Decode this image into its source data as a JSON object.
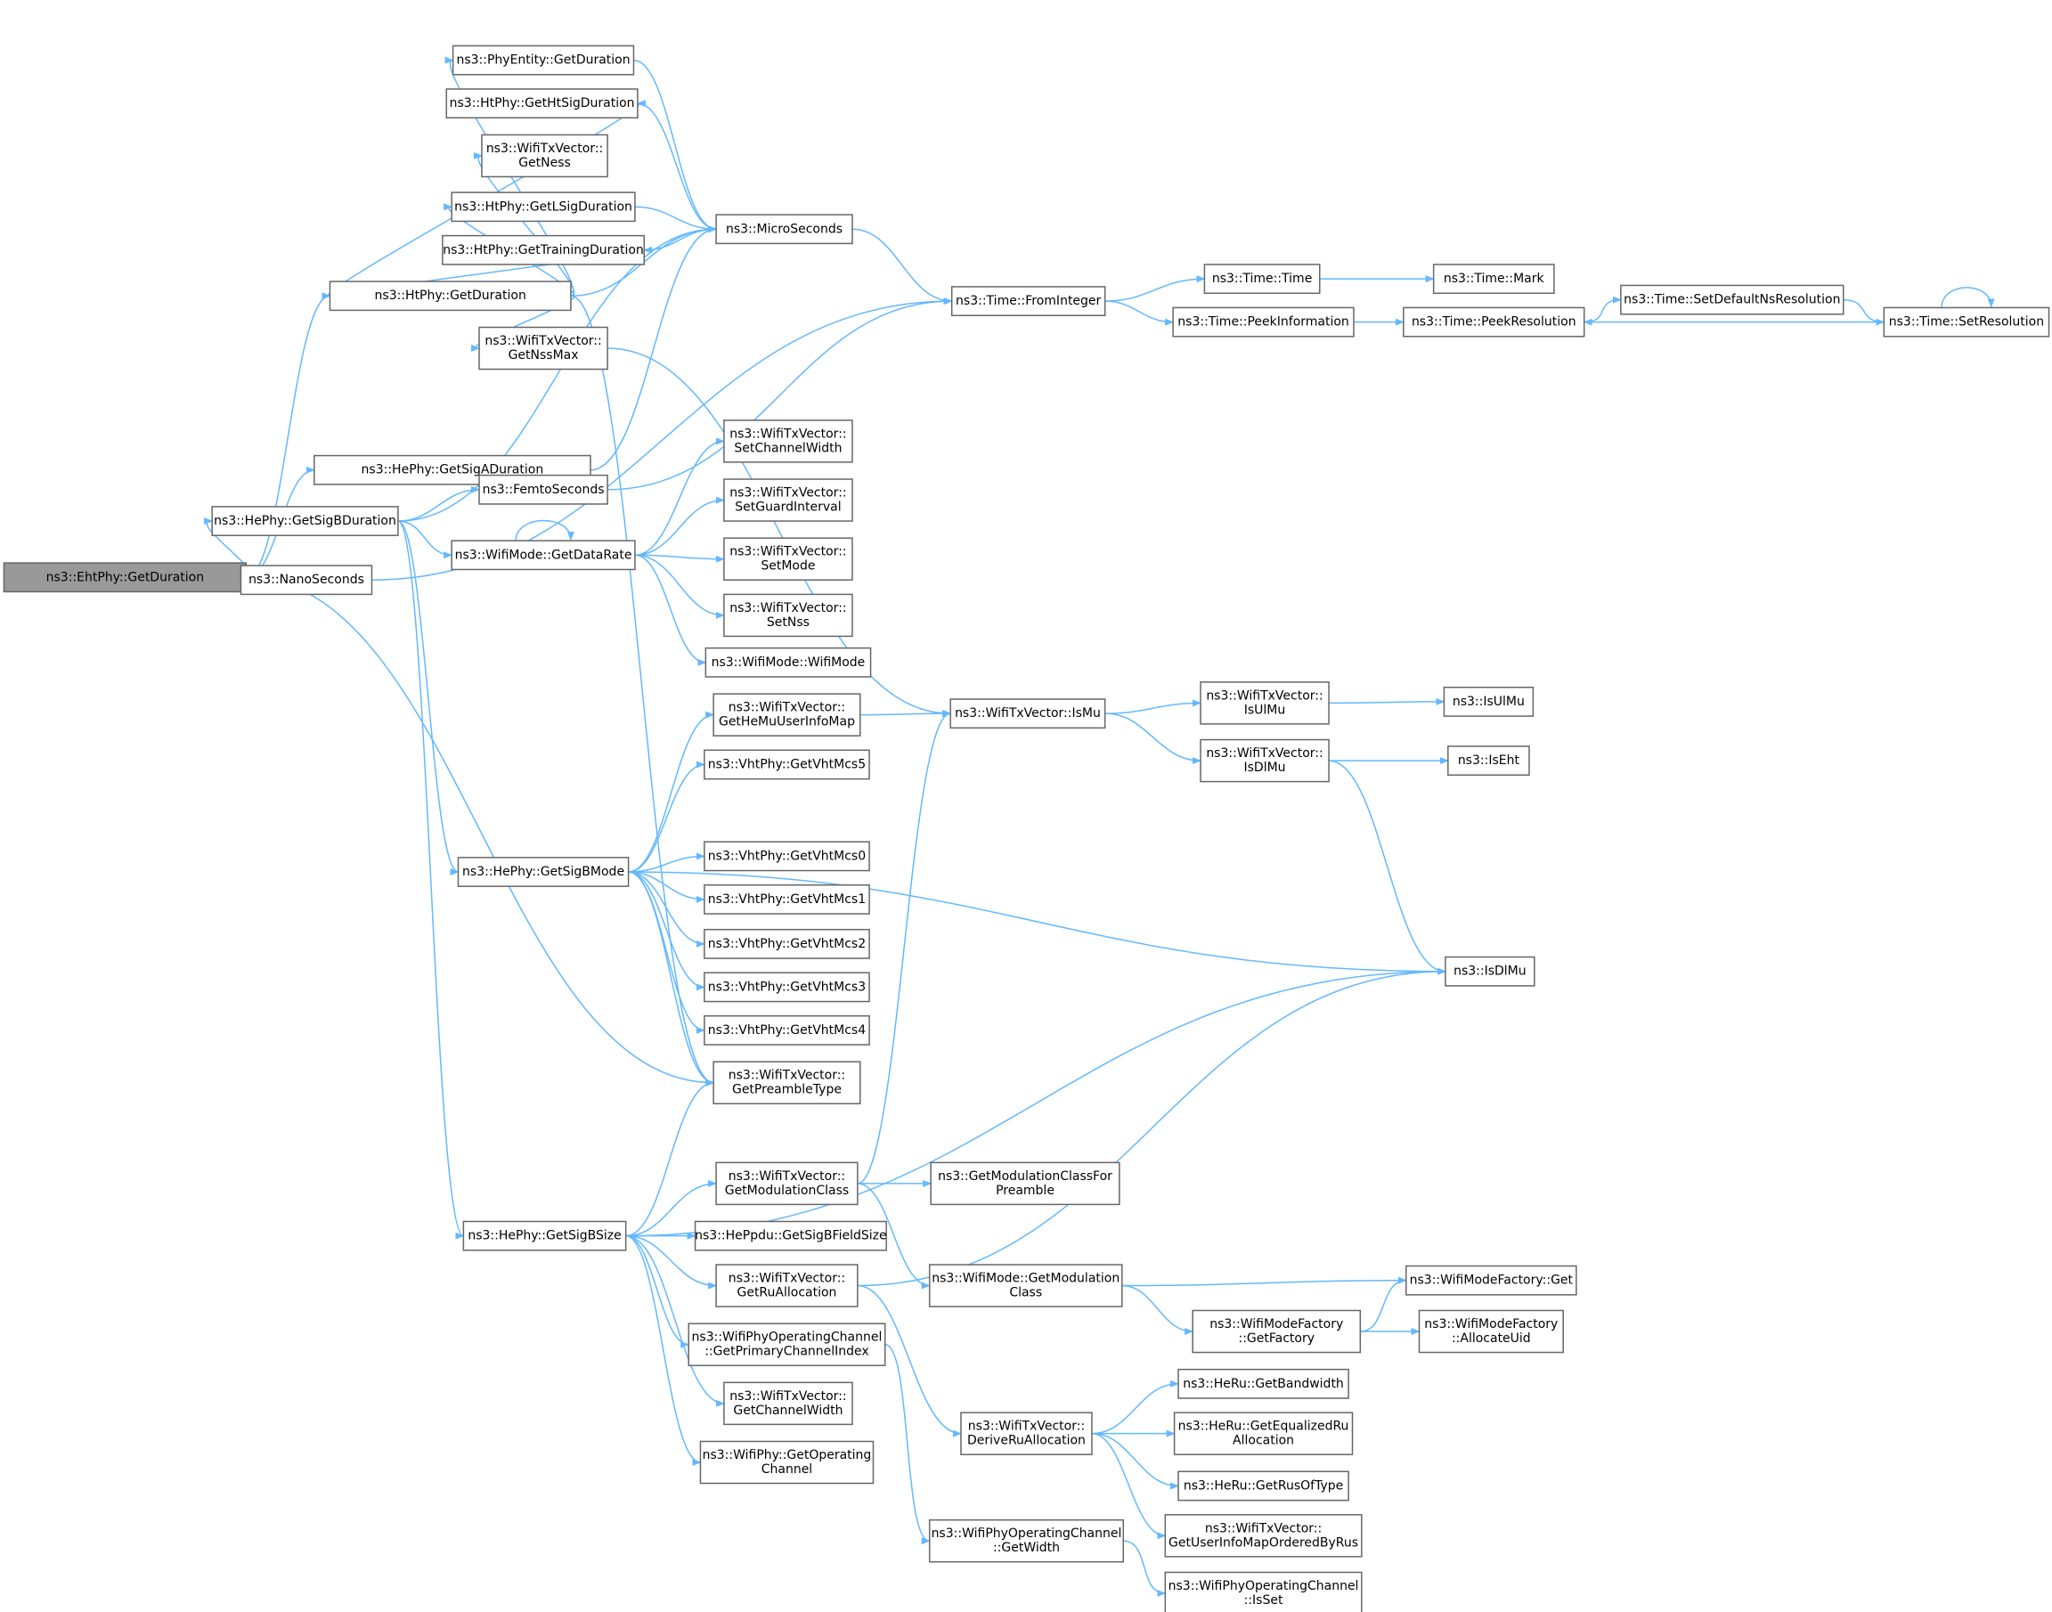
{
  "graph": {
    "root": "EhtGetDuration",
    "nodes": [
      {
        "id": "EhtGetDuration",
        "lines": [
          "ns3::EhtPhy::GetDuration"
        ]
      },
      {
        "id": "HtGetDuration",
        "lines": [
          "ns3::HtPhy::GetDuration"
        ]
      },
      {
        "id": "HeGetSigADuration",
        "lines": [
          "ns3::HePhy::GetSigADuration"
        ]
      },
      {
        "id": "NanoSeconds",
        "lines": [
          "ns3::NanoSeconds"
        ]
      },
      {
        "id": "HeGetSigBDuration",
        "lines": [
          "ns3::HePhy::GetSigBDuration"
        ]
      },
      {
        "id": "PhyEntityGetDuration",
        "lines": [
          "ns3::PhyEntity::GetDuration"
        ]
      },
      {
        "id": "HtGetHtSigDuration",
        "lines": [
          "ns3::HtPhy::GetHtSigDuration"
        ]
      },
      {
        "id": "TxGetNess",
        "lines": [
          "ns3::WifiTxVector::",
          "GetNess"
        ]
      },
      {
        "id": "HtGetLSigDuration",
        "lines": [
          "ns3::HtPhy::GetLSigDuration"
        ]
      },
      {
        "id": "HtGetTrainingDuration",
        "lines": [
          "ns3::HtPhy::GetTrainingDuration"
        ]
      },
      {
        "id": "TxGetNssMax",
        "lines": [
          "ns3::WifiTxVector::",
          "GetNssMax"
        ]
      },
      {
        "id": "MicroSeconds",
        "lines": [
          "ns3::MicroSeconds"
        ]
      },
      {
        "id": "TimeFromInteger",
        "lines": [
          "ns3::Time::FromInteger"
        ]
      },
      {
        "id": "TimeTime",
        "lines": [
          "ns3::Time::Time"
        ]
      },
      {
        "id": "TimeMark",
        "lines": [
          "ns3::Time::Mark"
        ]
      },
      {
        "id": "TimePeekInformation",
        "lines": [
          "ns3::Time::PeekInformation"
        ]
      },
      {
        "id": "TimePeekResolution",
        "lines": [
          "ns3::Time::PeekResolution"
        ]
      },
      {
        "id": "TimeSetDefaultNsResolution",
        "lines": [
          "ns3::Time::SetDefaultNsResolution"
        ]
      },
      {
        "id": "TimeSetResolution",
        "lines": [
          "ns3::Time::SetResolution"
        ]
      },
      {
        "id": "FemtoSeconds",
        "lines": [
          "ns3::FemtoSeconds"
        ]
      },
      {
        "id": "ModeGetDataRate",
        "lines": [
          "ns3::WifiMode::GetDataRate"
        ]
      },
      {
        "id": "TxSetChannelWidth",
        "lines": [
          "ns3::WifiTxVector::",
          "SetChannelWidth"
        ]
      },
      {
        "id": "TxSetGuardInterval",
        "lines": [
          "ns3::WifiTxVector::",
          "SetGuardInterval"
        ]
      },
      {
        "id": "TxSetMode",
        "lines": [
          "ns3::WifiTxVector::",
          "SetMode"
        ]
      },
      {
        "id": "TxSetNss",
        "lines": [
          "ns3::WifiTxVector::",
          "SetNss"
        ]
      },
      {
        "id": "ModeWifiMode",
        "lines": [
          "ns3::WifiMode::WifiMode"
        ]
      },
      {
        "id": "TxGetHeMuUserInfoMap",
        "lines": [
          "ns3::WifiTxVector::",
          "GetHeMuUserInfoMap"
        ]
      },
      {
        "id": "TxIsMu",
        "lines": [
          "ns3::WifiTxVector::IsMu"
        ]
      },
      {
        "id": "TxIsUlMu",
        "lines": [
          "ns3::WifiTxVector::",
          "IsUlMu"
        ]
      },
      {
        "id": "IsUlMu",
        "lines": [
          "ns3::IsUlMu"
        ]
      },
      {
        "id": "TxIsDlMu",
        "lines": [
          "ns3::WifiTxVector::",
          "IsDlMu"
        ]
      },
      {
        "id": "IsEht",
        "lines": [
          "ns3::IsEht"
        ]
      },
      {
        "id": "VhtMcs5",
        "lines": [
          "ns3::VhtPhy::GetVhtMcs5"
        ]
      },
      {
        "id": "HeGetSigBMode",
        "lines": [
          "ns3::HePhy::GetSigBMode"
        ]
      },
      {
        "id": "VhtMcs0",
        "lines": [
          "ns3::VhtPhy::GetVhtMcs0"
        ]
      },
      {
        "id": "VhtMcs1",
        "lines": [
          "ns3::VhtPhy::GetVhtMcs1"
        ]
      },
      {
        "id": "VhtMcs2",
        "lines": [
          "ns3::VhtPhy::GetVhtMcs2"
        ]
      },
      {
        "id": "VhtMcs3",
        "lines": [
          "ns3::VhtPhy::GetVhtMcs3"
        ]
      },
      {
        "id": "VhtMcs4",
        "lines": [
          "ns3::VhtPhy::GetVhtMcs4"
        ]
      },
      {
        "id": "IsDlMu",
        "lines": [
          "ns3::IsDlMu"
        ]
      },
      {
        "id": "TxGetPreambleType",
        "lines": [
          "ns3::WifiTxVector::",
          "GetPreambleType"
        ]
      },
      {
        "id": "TxGetModulationClass",
        "lines": [
          "ns3::WifiTxVector::",
          "GetModulationClass"
        ]
      },
      {
        "id": "GetModulationClassForPreamble",
        "lines": [
          "ns3::GetModulationClassFor",
          "Preamble"
        ]
      },
      {
        "id": "HeGetSigBSize",
        "lines": [
          "ns3::HePhy::GetSigBSize"
        ]
      },
      {
        "id": "HePpduGetSigBFieldSize",
        "lines": [
          "ns3::HePpdu::GetSigBFieldSize"
        ]
      },
      {
        "id": "TxGetRuAllocation",
        "lines": [
          "ns3::WifiTxVector::",
          "GetRuAllocation"
        ]
      },
      {
        "id": "ModeGetModulationClass",
        "lines": [
          "ns3::WifiMode::GetModulation",
          "Class"
        ]
      },
      {
        "id": "FactoryGet",
        "lines": [
          "ns3::WifiModeFactory::Get"
        ]
      },
      {
        "id": "FactoryGetFactory",
        "lines": [
          "ns3::WifiModeFactory",
          "::GetFactory"
        ]
      },
      {
        "id": "FactoryAllocateUid",
        "lines": [
          "ns3::WifiModeFactory",
          "::AllocateUid"
        ]
      },
      {
        "id": "OpChGetPrimaryChannelIndex",
        "lines": [
          "ns3::WifiPhyOperatingChannel",
          "::GetPrimaryChannelIndex"
        ]
      },
      {
        "id": "TxGetChannelWidth",
        "lines": [
          "ns3::WifiTxVector::",
          "GetChannelWidth"
        ]
      },
      {
        "id": "PhyGetOperatingChannel",
        "lines": [
          "ns3::WifiPhy::GetOperating",
          "Channel"
        ]
      },
      {
        "id": "HeRuGetBandwidth",
        "lines": [
          "ns3::HeRu::GetBandwidth"
        ]
      },
      {
        "id": "TxDeriveRuAllocation",
        "lines": [
          "ns3::WifiTxVector::",
          "DeriveRuAllocation"
        ]
      },
      {
        "id": "HeRuGetEqualizedRuAllocation",
        "lines": [
          "ns3::HeRu::GetEqualizedRu",
          "Allocation"
        ]
      },
      {
        "id": "HeRuGetRusOfType",
        "lines": [
          "ns3::HeRu::GetRusOfType"
        ]
      },
      {
        "id": "TxGetUserInfoMapOrderedByRus",
        "lines": [
          "ns3::WifiTxVector::",
          "GetUserInfoMapOrderedByRus"
        ]
      },
      {
        "id": "OpChGetWidth",
        "lines": [
          "ns3::WifiPhyOperatingChannel",
          "::GetWidth"
        ]
      },
      {
        "id": "OpChIsSet",
        "lines": [
          "ns3::WifiPhyOperatingChannel",
          "::IsSet"
        ]
      }
    ],
    "edges": [
      [
        "EhtGetDuration",
        "HtGetDuration"
      ],
      [
        "EhtGetDuration",
        "HeGetSigADuration"
      ],
      [
        "EhtGetDuration",
        "NanoSeconds"
      ],
      [
        "EhtGetDuration",
        "HeGetSigBDuration"
      ],
      [
        "EhtGetDuration",
        "TxGetPreambleType"
      ],
      [
        "HtGetDuration",
        "PhyEntityGetDuration"
      ],
      [
        "HtGetDuration",
        "HtGetHtSigDuration"
      ],
      [
        "HtGetDuration",
        "TxGetNess"
      ],
      [
        "HtGetDuration",
        "HtGetLSigDuration"
      ],
      [
        "HtGetDuration",
        "HtGetTrainingDuration"
      ],
      [
        "HtGetDuration",
        "TxGetNssMax"
      ],
      [
        "HtGetDuration",
        "MicroSeconds"
      ],
      [
        "HtGetDuration",
        "TxGetPreambleType"
      ],
      [
        "PhyEntityGetDuration",
        "MicroSeconds"
      ],
      [
        "HtGetHtSigDuration",
        "MicroSeconds"
      ],
      [
        "HtGetLSigDuration",
        "MicroSeconds"
      ],
      [
        "HtGetTrainingDuration",
        "MicroSeconds"
      ],
      [
        "HeGetSigADuration",
        "MicroSeconds"
      ],
      [
        "TxGetNssMax",
        "TxIsMu"
      ],
      [
        "MicroSeconds",
        "TimeFromInteger"
      ],
      [
        "NanoSeconds",
        "TimeFromInteger"
      ],
      [
        "FemtoSeconds",
        "TimeFromInteger"
      ],
      [
        "TimeFromInteger",
        "TimeTime"
      ],
      [
        "TimeFromInteger",
        "TimePeekInformation"
      ],
      [
        "TimeTime",
        "TimeMark"
      ],
      [
        "TimePeekInformation",
        "TimePeekResolution"
      ],
      [
        "TimePeekResolution",
        "TimeSetDefaultNsResolution"
      ],
      [
        "TimeSetDefaultNsResolution",
        "TimeSetResolution"
      ],
      [
        "TimeSetResolution",
        "TimePeekResolution"
      ],
      [
        "TimeSetResolution",
        "TimeSetResolution"
      ],
      [
        "HeGetSigBDuration",
        "MicroSeconds"
      ],
      [
        "HeGetSigBDuration",
        "FemtoSeconds"
      ],
      [
        "HeGetSigBDuration",
        "ModeGetDataRate"
      ],
      [
        "HeGetSigBDuration",
        "HeGetSigBMode"
      ],
      [
        "HeGetSigBDuration",
        "HeGetSigBSize"
      ],
      [
        "ModeGetDataRate",
        "ModeGetDataRate"
      ],
      [
        "ModeGetDataRate",
        "TxSetChannelWidth"
      ],
      [
        "ModeGetDataRate",
        "TxSetGuardInterval"
      ],
      [
        "ModeGetDataRate",
        "TxSetMode"
      ],
      [
        "ModeGetDataRate",
        "TxSetNss"
      ],
      [
        "ModeGetDataRate",
        "ModeWifiMode"
      ],
      [
        "HeGetSigBMode",
        "TxGetHeMuUserInfoMap"
      ],
      [
        "HeGetSigBMode",
        "VhtMcs5"
      ],
      [
        "HeGetSigBMode",
        "IsDlMu"
      ],
      [
        "HeGetSigBMode",
        "VhtMcs0"
      ],
      [
        "HeGetSigBMode",
        "VhtMcs1"
      ],
      [
        "HeGetSigBMode",
        "VhtMcs2"
      ],
      [
        "HeGetSigBMode",
        "VhtMcs3"
      ],
      [
        "HeGetSigBMode",
        "VhtMcs4"
      ],
      [
        "HeGetSigBMode",
        "TxGetPreambleType"
      ],
      [
        "TxGetHeMuUserInfoMap",
        "TxIsMu"
      ],
      [
        "TxIsMu",
        "TxIsUlMu"
      ],
      [
        "TxIsMu",
        "TxIsDlMu"
      ],
      [
        "TxIsUlMu",
        "IsUlMu"
      ],
      [
        "TxIsDlMu",
        "IsEht"
      ],
      [
        "TxIsDlMu",
        "IsDlMu"
      ],
      [
        "HeGetSigBSize",
        "TxGetPreambleType"
      ],
      [
        "HeGetSigBSize",
        "IsDlMu"
      ],
      [
        "HeGetSigBSize",
        "TxGetModulationClass"
      ],
      [
        "HeGetSigBSize",
        "HePpduGetSigBFieldSize"
      ],
      [
        "HeGetSigBSize",
        "TxGetRuAllocation"
      ],
      [
        "HeGetSigBSize",
        "OpChGetPrimaryChannelIndex"
      ],
      [
        "HeGetSigBSize",
        "TxGetChannelWidth"
      ],
      [
        "HeGetSigBSize",
        "PhyGetOperatingChannel"
      ],
      [
        "TxGetModulationClass",
        "TxIsMu"
      ],
      [
        "TxGetModulationClass",
        "GetModulationClassForPreamble"
      ],
      [
        "TxGetModulationClass",
        "ModeGetModulationClass"
      ],
      [
        "TxGetRuAllocation",
        "IsDlMu"
      ],
      [
        "TxGetRuAllocation",
        "TxDeriveRuAllocation"
      ],
      [
        "ModeGetModulationClass",
        "FactoryGet"
      ],
      [
        "ModeGetModulationClass",
        "FactoryGetFactory"
      ],
      [
        "FactoryGetFactory",
        "FactoryGet"
      ],
      [
        "FactoryGetFactory",
        "FactoryAllocateUid"
      ],
      [
        "OpChGetPrimaryChannelIndex",
        "OpChGetWidth"
      ],
      [
        "TxDeriveRuAllocation",
        "HeRuGetBandwidth"
      ],
      [
        "TxDeriveRuAllocation",
        "HeRuGetEqualizedRuAllocation"
      ],
      [
        "TxDeriveRuAllocation",
        "HeRuGetRusOfType"
      ],
      [
        "TxDeriveRuAllocation",
        "TxGetUserInfoMapOrderedByRus"
      ],
      [
        "OpChGetWidth",
        "OpChIsSet"
      ]
    ]
  }
}
